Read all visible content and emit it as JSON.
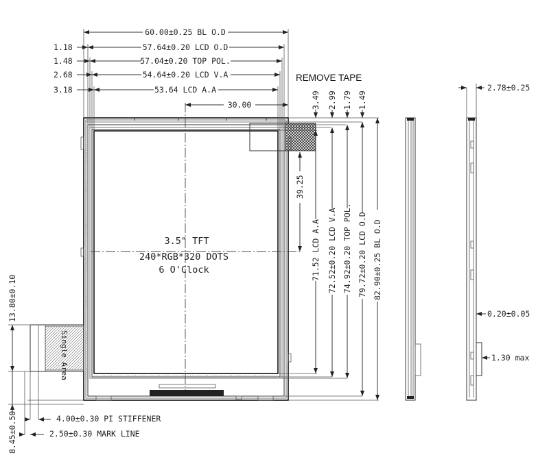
{
  "dims_top": [
    {
      "left": "",
      "text": "60.00±0.25 BL O.D"
    },
    {
      "left": "1.18",
      "text": "57.64±0.20 LCD O.D"
    },
    {
      "left": "1.48",
      "text": "57.04±0.20 TOP POL."
    },
    {
      "left": "2.68",
      "text": "54.64±0.20 LCD V.A"
    },
    {
      "left": "3.18",
      "text": "53.64 LCD A.A"
    }
  ],
  "dim_center": "30.00",
  "remove_tape": "REMOVE TAPE",
  "small_vertical": [
    "3.49",
    "2.99",
    "1.79",
    "1.49"
  ],
  "dim_3925": "39.25",
  "dims_right": [
    "71.52 LCD A.A",
    "72.52±0.20 LCD V.A",
    "74.92±0.20 TOP POL.",
    "79.72±0.20 LCD O.D",
    "82.90±0.25 BL O.D"
  ],
  "panel_text": [
    "3.5\" TFT",
    "240*RGB*320 DOTS",
    "6 O'Clock"
  ],
  "dims_left_vertical": [
    "13.80±0.10",
    "8.45±0.50"
  ],
  "dims_bottom": [
    "4.00±0.30 PI STIFFENER",
    "2.50±0.30 MARK LINE"
  ],
  "fpc_label": "Single Area",
  "side_dims": [
    "2.78±0.25",
    "0.20±0.05",
    "1.30 max"
  ]
}
